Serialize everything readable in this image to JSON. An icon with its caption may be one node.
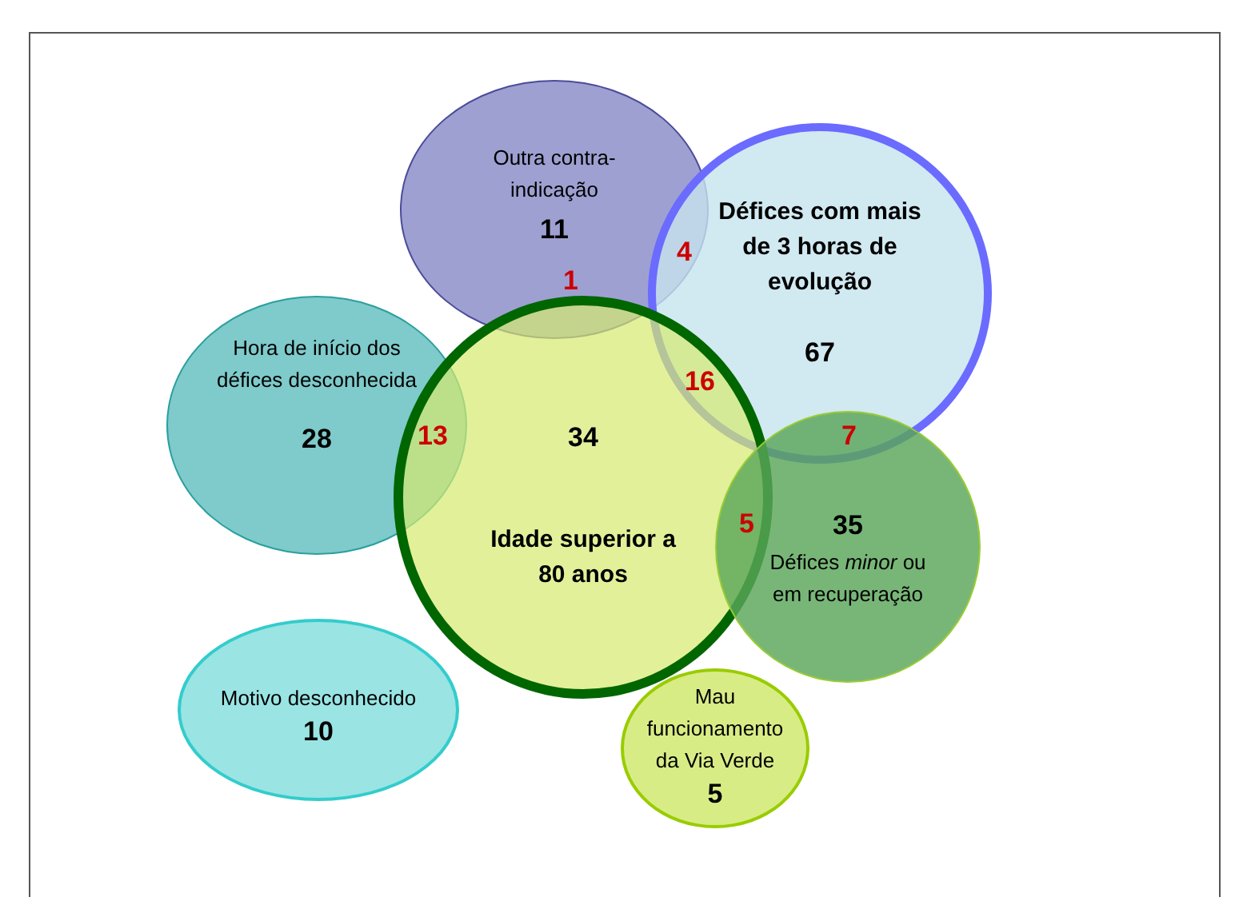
{
  "diagram": {
    "nodes": [
      {
        "text": [
          "Outra contra-indicação",
          "11"
        ]
      },
      {
        "text": [
          "Défices com mais de 3 horas de evolução",
          "67"
        ]
      },
      {
        "text": [
          "Hora de início dos défices desconhecida",
          "28"
        ]
      },
      {
        "text": [
          "34",
          "Idade superior a 80 anos"
        ]
      },
      {
        "text": [
          "35",
          "Défices *minor* ou em recuperação"
        ]
      },
      {
        "text": [
          "Motivo desconhecido",
          "10"
        ]
      },
      {
        "text": [
          "Mau funcionamento da Via Verde",
          "5"
        ]
      }
    ],
    "labels": [
      "4",
      "1",
      "16",
      "13",
      "7",
      "5"
    ]
  }
}
